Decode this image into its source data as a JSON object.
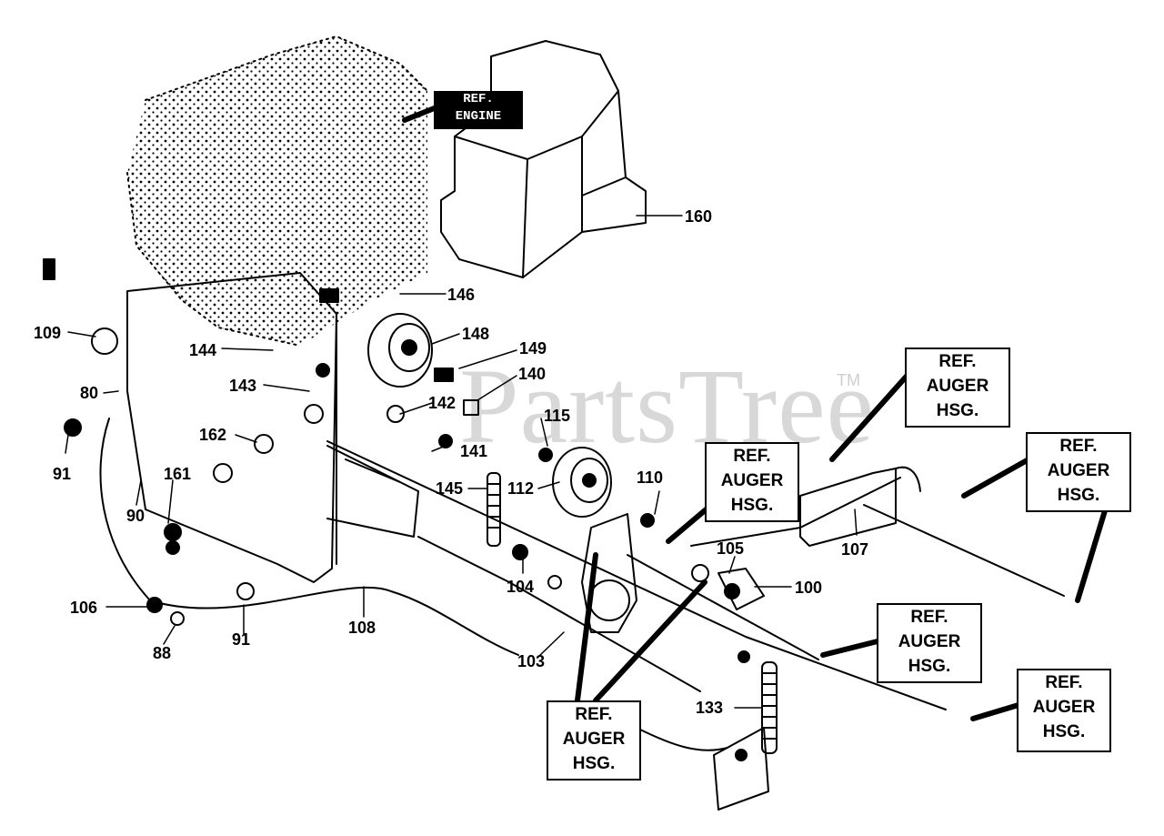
{
  "watermark": {
    "text": "PartsTree",
    "trademark": "TM"
  },
  "engine_tag": {
    "line1": "REF.",
    "line2": "ENGINE"
  },
  "callouts": {
    "c160": "160",
    "c146": "146",
    "c148": "148",
    "c149": "149",
    "c140": "140",
    "c142": "142",
    "c141": "141",
    "c115": "115",
    "c144": "144",
    "c143": "143",
    "c109": "109",
    "c80": "80",
    "c91a": "91",
    "c162": "162",
    "c161": "161",
    "c90": "90",
    "c145": "145",
    "c112": "112",
    "c110": "110",
    "c107": "107",
    "c105": "105",
    "c100": "100",
    "c104": "104",
    "c106": "106",
    "c88": "88",
    "c91b": "91",
    "c108": "108",
    "c103": "103",
    "c133": "133"
  },
  "ref_boxes": [
    {
      "line1": "REF.",
      "line2": "AUGER",
      "line3": "HSG."
    },
    {
      "line1": "REF.",
      "line2": "AUGER",
      "line3": "HSG."
    },
    {
      "line1": "REF.",
      "line2": "AUGER",
      "line3": "HSG."
    },
    {
      "line1": "REF.",
      "line2": "AUGER",
      "line3": "HSG."
    },
    {
      "line1": "REF.",
      "line2": "AUGER",
      "line3": "HSG."
    },
    {
      "line1": "REF.",
      "line2": "AUGER",
      "line3": "HSG."
    }
  ]
}
